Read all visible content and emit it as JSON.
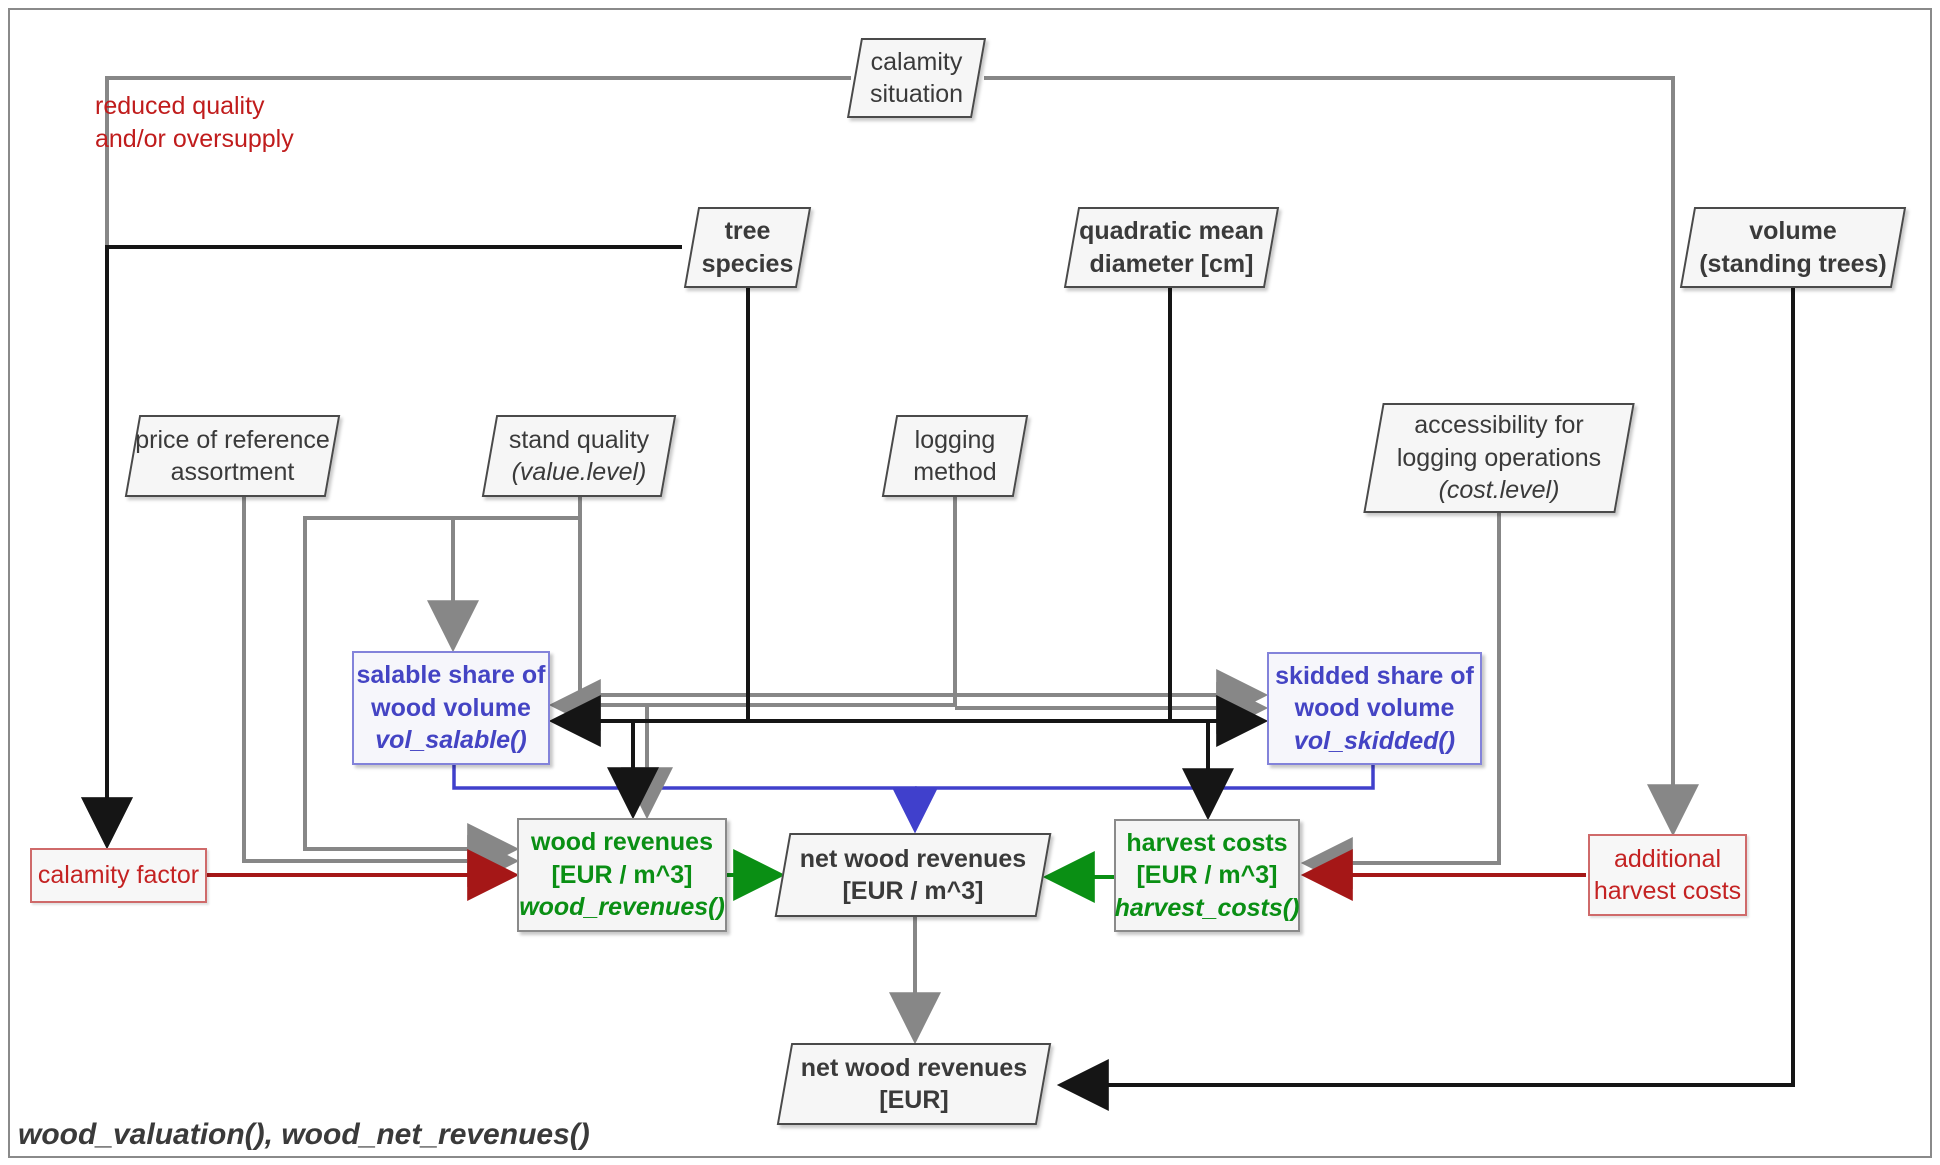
{
  "caption": {
    "text": "wood_valuation(), wood_net_revenues()"
  },
  "annotations": {
    "reduced_quality": {
      "line1": "reduced quality",
      "line2": "and/or oversupply"
    }
  },
  "palette": {
    "edge_gray": "#878787",
    "edge_black": "#151515",
    "edge_blue": "#4040cc",
    "edge_green": "#0a8f14",
    "edge_darkred": "#a51717",
    "text_dark": "#3a3a3a",
    "text_blue": "#4444c4",
    "text_green": "#0a8f14",
    "text_red": "#c42222",
    "node_fill": "#f6f6f6",
    "node_border": "#4a4a4a",
    "blue_border": "#8383da",
    "red_border": "#cf6a6a",
    "frame_border": "#8a8a8a"
  },
  "nodes": {
    "calamity_situation": {
      "line1": "calamity",
      "line2": "situation"
    },
    "tree_species": {
      "line1": "tree",
      "line2": "species"
    },
    "quad_diameter": {
      "line1": "quadratic mean",
      "line2": "diameter [cm]"
    },
    "volume": {
      "line1": "volume",
      "line2": "(standing trees)"
    },
    "price_ref": {
      "line1": "price of reference",
      "line2": "assortment"
    },
    "stand_quality": {
      "line1": "stand quality",
      "line2": "(value.level)"
    },
    "logging_method": {
      "line1": "logging",
      "line2": "method"
    },
    "accessibility": {
      "line1": "accessibility for",
      "line2": "logging operations",
      "line3": "(cost.level)"
    },
    "salable_share": {
      "line1": "salable share of",
      "line2": "wood volume",
      "line3": "vol_salable()"
    },
    "skidded_share": {
      "line1": "skidded share of",
      "line2": "wood volume",
      "line3": "vol_skidded()"
    },
    "calamity_factor": {
      "line1": "calamity factor"
    },
    "wood_revenues": {
      "line1": "wood revenues",
      "line2": "[EUR / m^3]",
      "line3": "wood_revenues()"
    },
    "net_wood_revenues_m3": {
      "line1": "net wood revenues",
      "line2": "[EUR / m^3]"
    },
    "harvest_costs": {
      "line1": "harvest costs",
      "line2": "[EUR / m^3]",
      "line3": "harvest_costs()"
    },
    "additional_harvest_costs": {
      "line1": "additional",
      "line2": "harvest costs"
    },
    "net_wood_revenues_eur": {
      "line1": "net wood revenues",
      "line2": "[EUR]"
    }
  }
}
